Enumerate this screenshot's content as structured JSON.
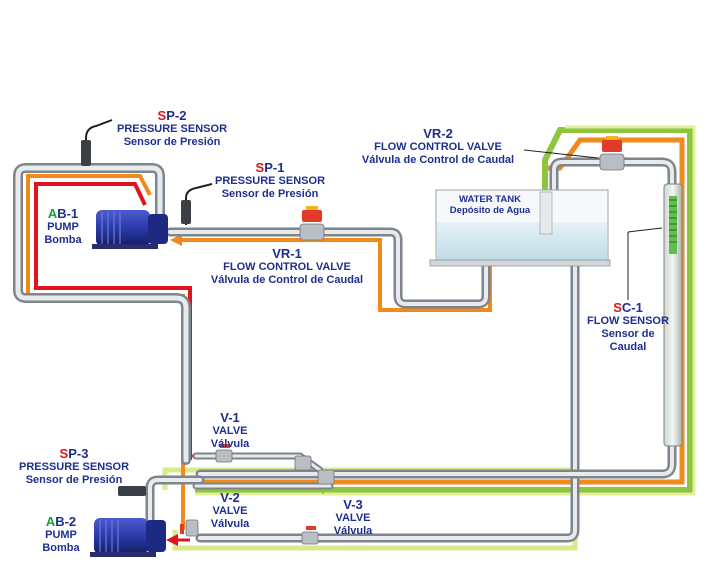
{
  "labels": {
    "sp2": {
      "code_first": "S",
      "code_rest": "P-2",
      "line1": "PRESSURE SENSOR",
      "line2": "Sensor de Presión"
    },
    "sp1": {
      "code_first": "S",
      "code_rest": "P-1",
      "line1": "PRESSURE SENSOR",
      "line2": "Sensor de Presión"
    },
    "sp3": {
      "code_first": "S",
      "code_rest": "P-3",
      "line1": "PRESSURE SENSOR",
      "line2": "Sensor de Presión"
    },
    "ab1": {
      "code_first": "A",
      "code_rest": "B-1",
      "line1": "PUMP",
      "line2": "Bomba"
    },
    "ab2": {
      "code_first": "A",
      "code_rest": "B-2",
      "line1": "PUMP",
      "line2": "Bomba"
    },
    "vr1": {
      "code": "VR-1",
      "line1": "FLOW CONTROL VALVE",
      "line2": "Válvula de Control de Caudal"
    },
    "vr2": {
      "code": "VR-2",
      "line1": "FLOW CONTROL VALVE",
      "line2": "Válvula de Control de Caudal"
    },
    "sc1": {
      "code_first": "S",
      "code_rest": "C-1",
      "line1": "FLOW SENSOR",
      "line2": "Sensor de",
      "line3": "Caudal"
    },
    "v1": {
      "code": "V-1",
      "line1": "VALVE",
      "line2": "Válvula"
    },
    "v2": {
      "code": "V-2",
      "line1": "VALVE",
      "line2": "Válvula"
    },
    "v3": {
      "code": "V-3",
      "line1": "VALVE",
      "line2": "Válvula"
    },
    "tank": {
      "line1": "WATER TANK",
      "line2": "Depósito de Agua"
    }
  },
  "colors": {
    "label_blue": "#1f2f8f",
    "code_red": "#e0141e",
    "code_green": "#12a13a",
    "flow_red": "#e0141e",
    "flow_orange": "#f08a1c",
    "flow_green": "#8cc63f",
    "flow_lightgreen": "#d8ea8c",
    "pipe": "#c8ccd0",
    "pump_blue": "#2b3aa8",
    "water": "#cfe6f0"
  }
}
